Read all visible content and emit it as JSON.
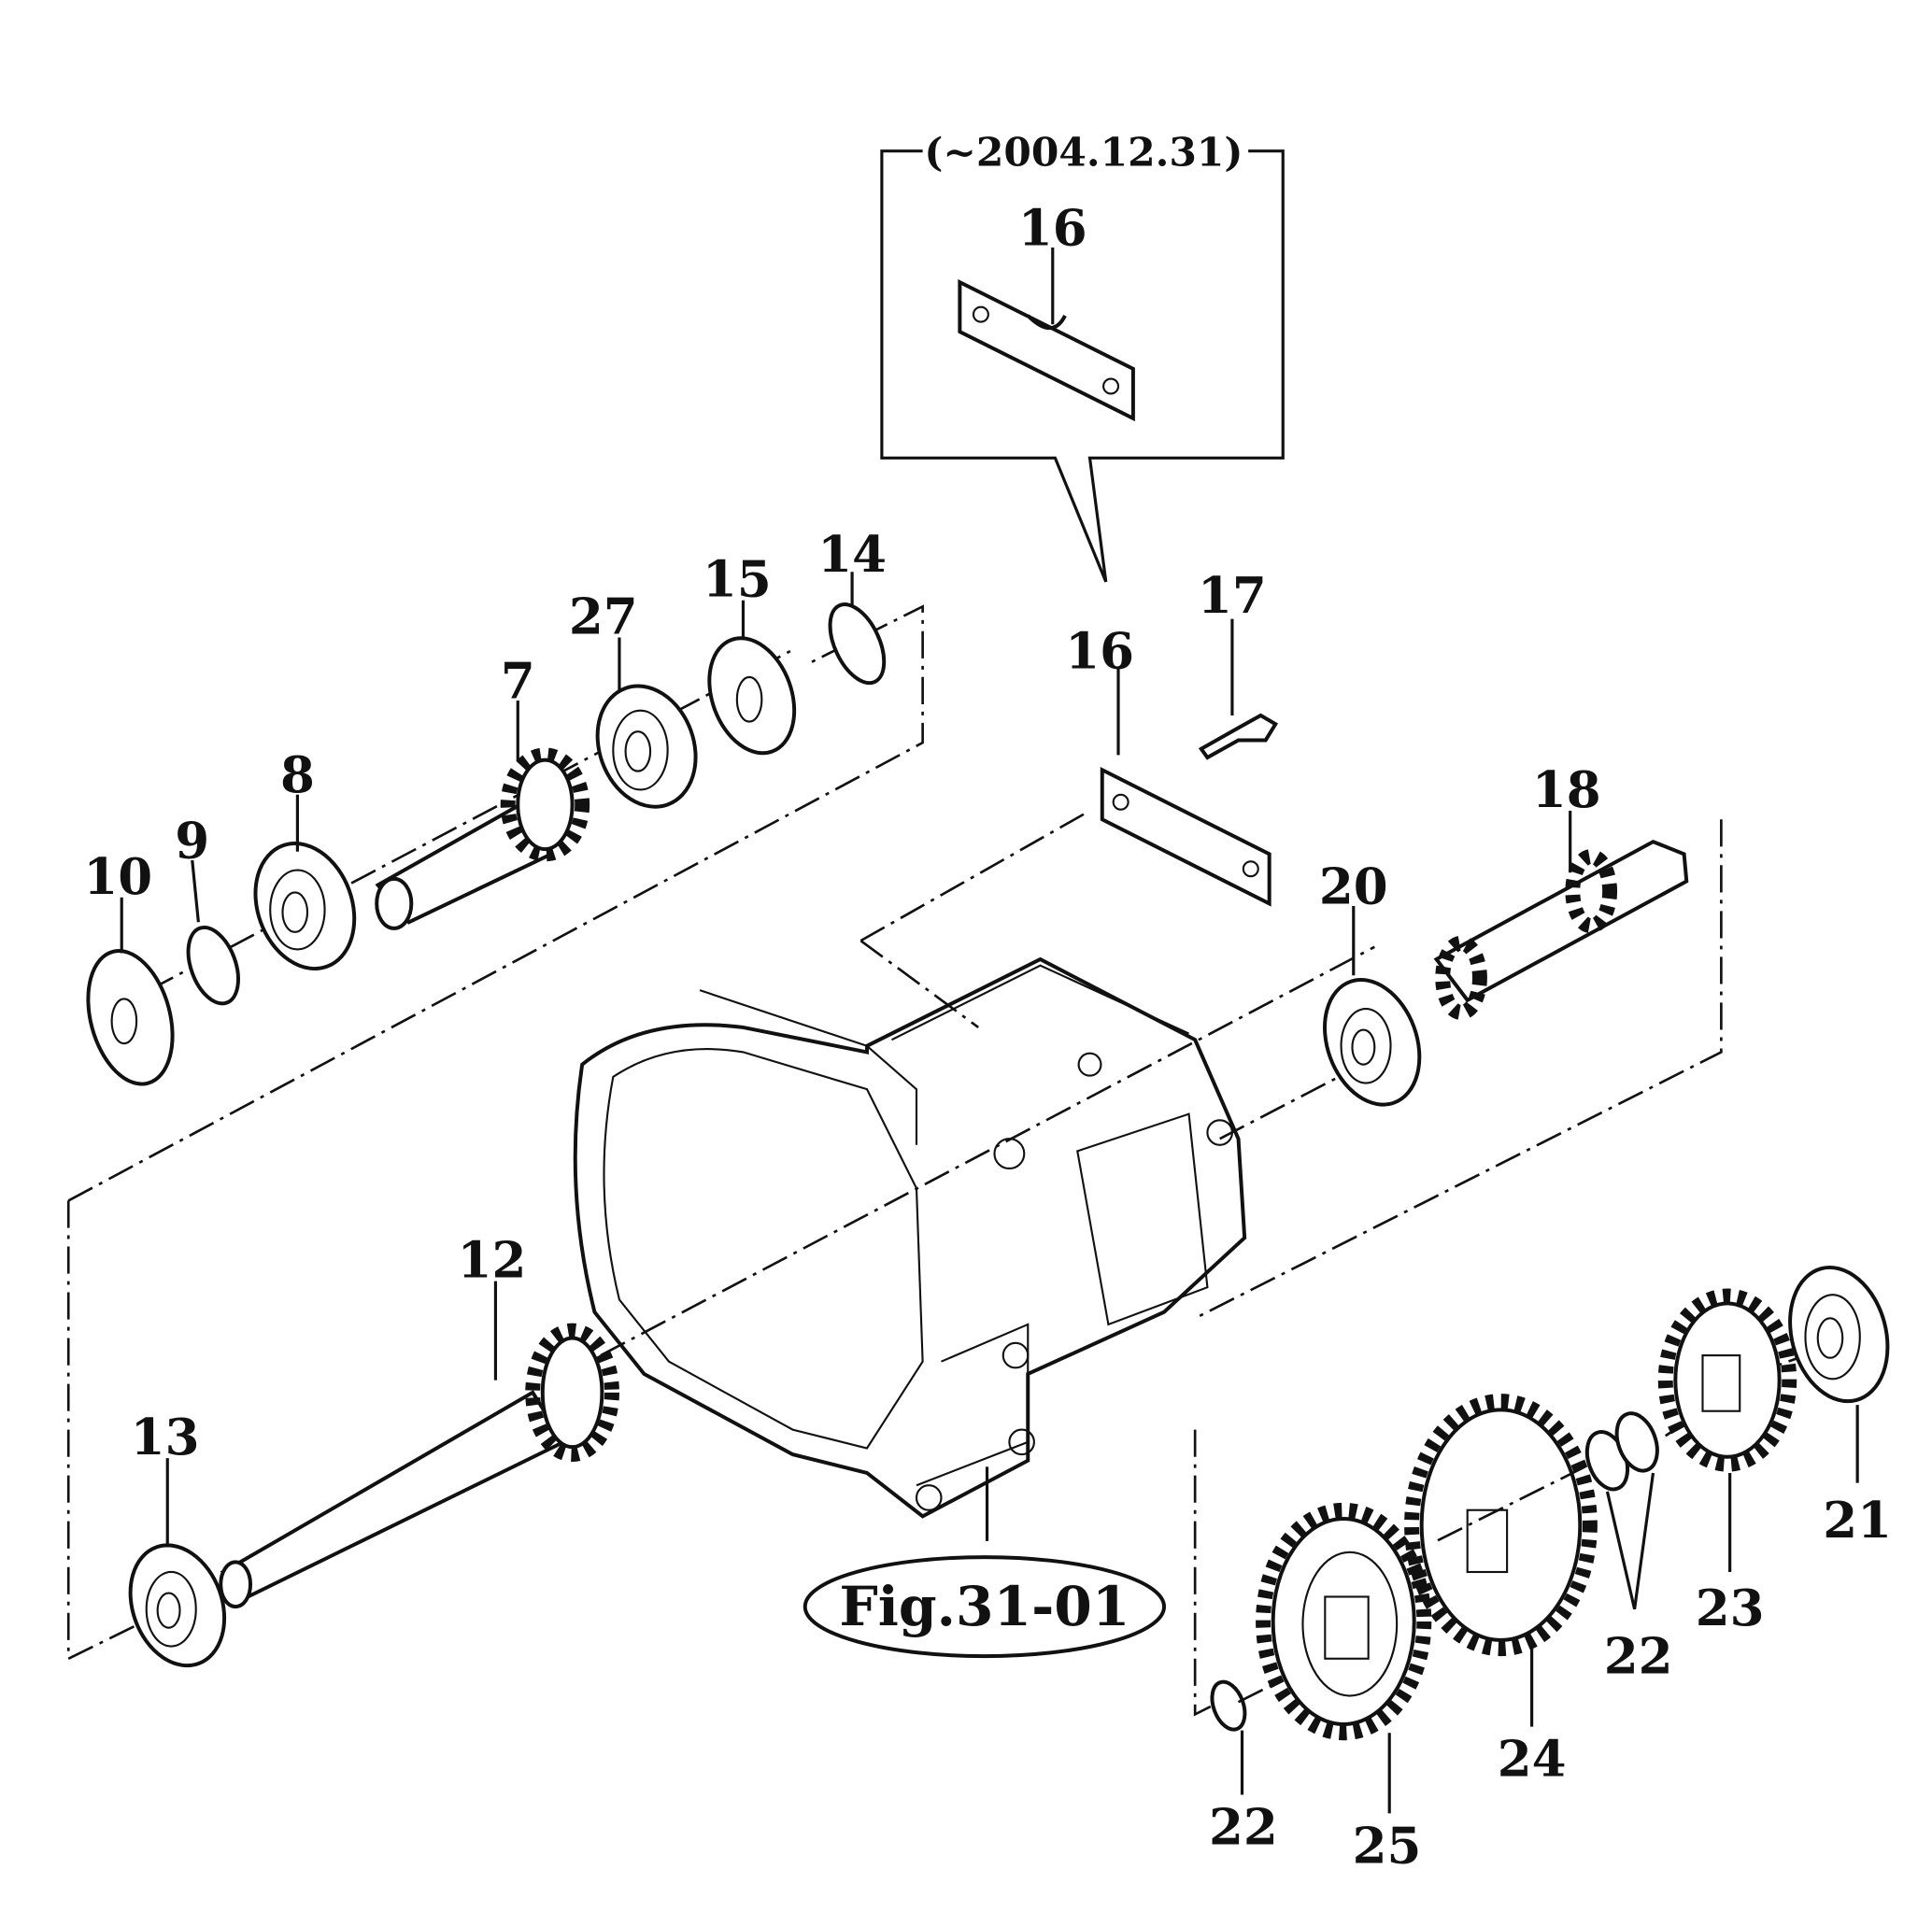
{
  "diagram": {
    "figure_reference": "Fig.31-01",
    "inset_date_range": "(~2004.12.31)",
    "callouts": {
      "inset_16": "16",
      "p16": "16",
      "p17": "17",
      "p14": "14",
      "p15": "15",
      "p27": "27",
      "p7": "7",
      "p8": "8",
      "p9": "9",
      "p10": "10",
      "p18": "18",
      "p20": "20",
      "p12": "12",
      "p13": "13",
      "p21": "21",
      "p23": "23",
      "p22a": "22",
      "p24": "24",
      "p22b": "22",
      "p25": "25"
    }
  }
}
